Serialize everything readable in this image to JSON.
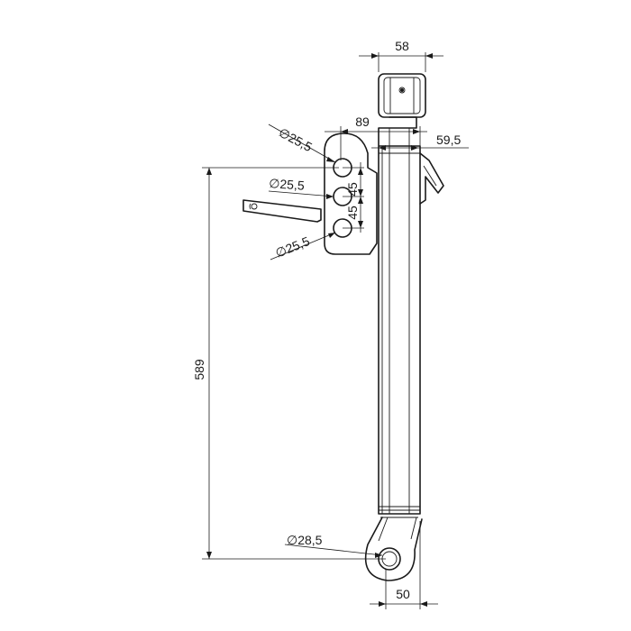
{
  "dimensions": {
    "top_width": "58",
    "offset_89": "89",
    "offset_59_5": "59,5",
    "hole_upper": "∅25,5",
    "hole_middle": "∅25,5",
    "hole_lower": "∅25,5",
    "pitch_upper": "45",
    "pitch_lower": "45",
    "overall_length": "589",
    "eye_hole": "∅28,5",
    "eye_width": "50"
  }
}
